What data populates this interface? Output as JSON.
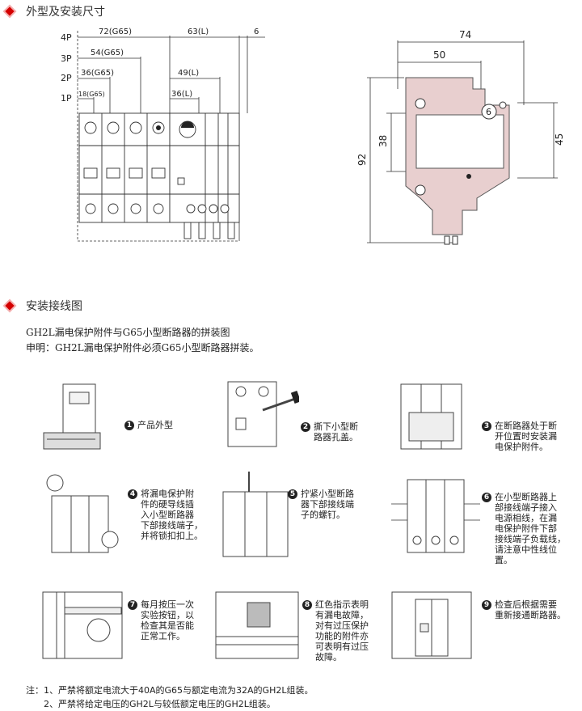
{
  "section1": {
    "title": "外型及安装尺寸"
  },
  "front_view": {
    "row_labels": [
      "4P",
      "3P",
      "2P",
      "1P"
    ],
    "dims": {
      "d4p": "72(G65)",
      "d4p_l": "63(L)",
      "d6": "6",
      "d3p": "54(G65)",
      "d2p": "36(G65)",
      "d2p_l": "49(L)",
      "d1p": "18(G65)",
      "d1p_l": "36(L)"
    }
  },
  "side_view": {
    "dims": {
      "w74": "74",
      "w50": "50",
      "h92": "92",
      "h38": "38",
      "h45": "45"
    },
    "knob_label": "6"
  },
  "section2": {
    "title": "安装接线图"
  },
  "intro": {
    "line1": "GH2L漏电保护附件与G65小型断路器的拼装图",
    "line2": "申明：GH2L漏电保护附件必须G65小型断路器拼装。"
  },
  "steps": [
    {
      "num": "1",
      "text": "产品外型"
    },
    {
      "num": "2",
      "text": "撕下小型断\n路器孔盖。"
    },
    {
      "num": "3",
      "text": "在断路器处于断\n开位置时安装漏\n电保护附件。"
    },
    {
      "num": "4",
      "text": "将漏电保护附\n件的硬导线插\n入小型断路器\n下部接线端子，\n并将锁扣扣上。"
    },
    {
      "num": "5",
      "text": "拧紧小型断路\n器下部接线端\n子的螺钉。"
    },
    {
      "num": "6",
      "text": "在小型断路器上\n部接线端子接入\n电源相线，在漏\n电保护附件下部\n接线端子负载线，\n请注意中性线位\n置。"
    },
    {
      "num": "7",
      "text": "每月按压一次\n实验按钮，以\n检查其是否能\n正常工作。"
    },
    {
      "num": "8",
      "text": "红色指示表明\n有漏电故障，\n对有过压保护\n功能的附件亦\n可表明有过压\n故障。"
    },
    {
      "num": "9",
      "text": "检查后根据需要\n重新接通断路器。"
    }
  ],
  "notes": {
    "label": "注：",
    "line1": "1、严禁将额定电流大于40A的G65与额定电流为32A的GH2L组装。",
    "line2": "2、严禁将给定电压的GH2L与较低额定电压的GH2L组装。"
  },
  "colors": {
    "accent": "#d40000",
    "housing": "#e8cfcf"
  }
}
